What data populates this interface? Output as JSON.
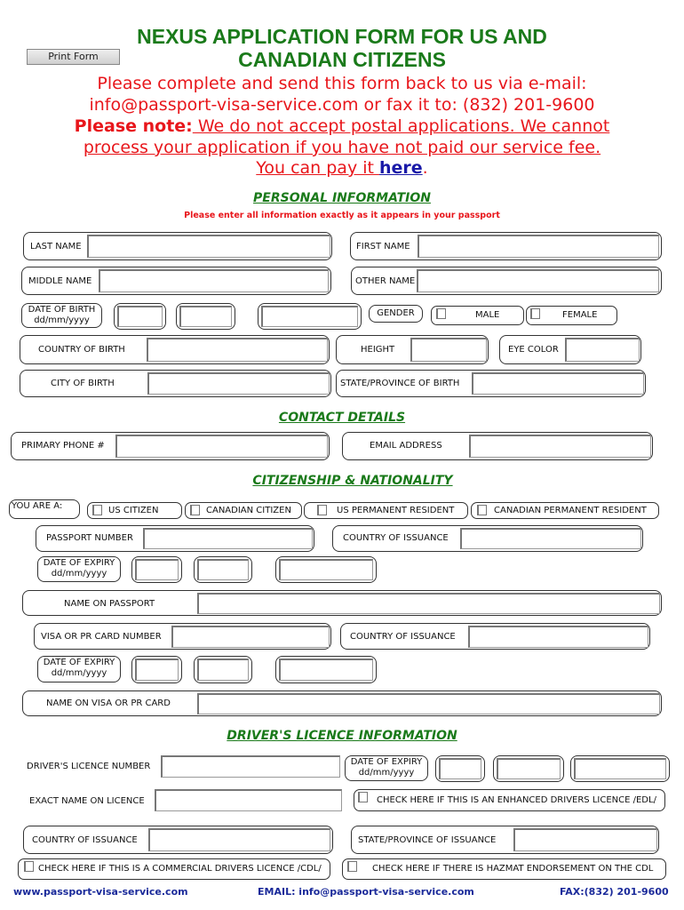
{
  "header": {
    "print_button": "Print Form",
    "title_line1": "NEXUS APPLICATION FORM FOR US AND",
    "title_line2": "CANADIAN CITIZENS",
    "line1": "Please complete and send this form back to us via e-mail:",
    "line2": "info@passport-visa-service.com or fax it to:  (832) 201-9600",
    "note_label": "Please note:",
    "note_text": " We do not accept postal applications. We cannot",
    "line4": "process your application if you have not paid our service fee.",
    "line5_prefix": "You can pay it ",
    "here_link": "here",
    "line5_suffix": "."
  },
  "personal": {
    "heading": "PERSONAL INFORMATION",
    "subtitle": "Please enter all information exactly as it appears in your passport",
    "last_name": "LAST NAME",
    "first_name": "FIRST NAME",
    "middle_name": "MIDDLE NAME",
    "other_name": "OTHER NAME",
    "dob_line1": "DATE OF BIRTH",
    "date_format": "dd/mm/yyyy",
    "gender": "GENDER",
    "male": "MALE",
    "female": "FEMALE",
    "country_of_birth": "COUNTRY OF BIRTH",
    "height": "HEIGHT",
    "eye_color": "EYE COLOR",
    "city_of_birth": "CITY OF BIRTH",
    "state_of_birth": "STATE/PROVINCE OF BIRTH"
  },
  "contact": {
    "heading": "CONTACT DETAILS",
    "phone": "PRIMARY PHONE #",
    "email": "EMAIL ADDRESS"
  },
  "citizenship": {
    "heading": "CITIZENSHIP & NATIONALITY",
    "you_are": "YOU ARE A:",
    "options": [
      "US CITIZEN",
      "CANADIAN CITIZEN",
      "US PERMANENT RESIDENT",
      "CANADIAN PERMANENT RESIDENT"
    ],
    "passport_number": "PASSPORT NUMBER",
    "country_of_issuance": "COUNTRY OF ISSUANCE",
    "expiry_line1": "DATE OF EXPIRY",
    "date_format": "dd/mm/yyyy",
    "name_on_passport": "NAME ON PASSPORT",
    "visa_number": "VISA OR PR CARD NUMBER",
    "name_on_visa": "NAME ON VISA OR PR CARD"
  },
  "licence": {
    "heading": "DRIVER'S LICENCE INFORMATION",
    "number": "DRIVER'S LICENCE NUMBER",
    "expiry_line1": "DATE OF EXPIRY",
    "date_format": "dd/mm/yyyy",
    "exact_name": "EXACT NAME ON LICENCE",
    "edl": "CHECK HERE IF THIS IS AN ENHANCED DRIVERS LICENCE /EDL/",
    "country": "COUNTRY OF ISSUANCE",
    "state": "STATE/PROVINCE OF ISSUANCE",
    "cdl": "CHECK HERE IF THIS IS A COMMERCIAL DRIVERS LICENCE /CDL/",
    "hazmat": "CHECK HERE IF THERE IS HAZMAT ENDORSEMENT ON THE CDL"
  },
  "footer": {
    "website": "www.passport-visa-service.com",
    "email": "EMAIL: info@passport-visa-service.com",
    "fax": "FAX:(832) 201-9600"
  },
  "colors": {
    "title_green": "#1a7a1a",
    "notice_red": "#e8161b",
    "link_blue": "#1a1aa8",
    "footer_navy": "#1a2a9a"
  }
}
